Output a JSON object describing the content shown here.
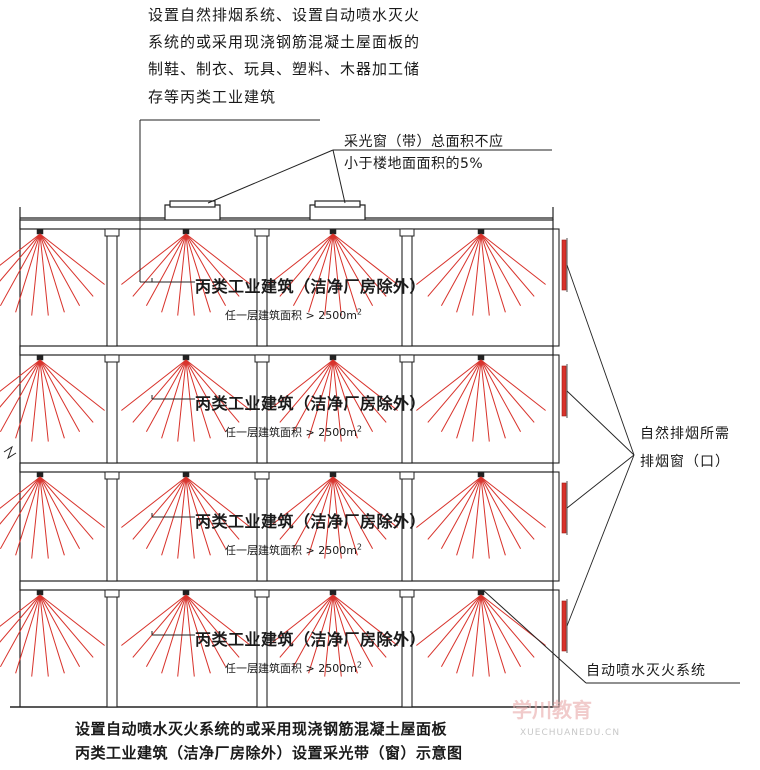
{
  "top_note": {
    "lines": [
      "设置自然排烟系统、设置自动喷水灭火",
      "系统的或采用现浇钢筋混凝土屋面板的",
      "制鞋、制衣、玩具、塑料、木器加工储",
      "存等丙类工业建筑"
    ]
  },
  "skylight_note": {
    "lines": [
      "采光窗（带）总面积不应",
      "小于楼地面面积的5%"
    ]
  },
  "floors": [
    {
      "name": "丙类工业建筑（洁净厂房除外）",
      "area_prefix": "任一层建筑面积 > 2500m",
      "area_sup": "2"
    },
    {
      "name": "丙类工业建筑（洁净厂房除外）",
      "area_prefix": "任一层建筑面积 > 2500m",
      "area_sup": "2"
    },
    {
      "name": "丙类工业建筑（洁净厂房除外）",
      "area_prefix": "任一层建筑面积 > 2500m",
      "area_sup": "2"
    },
    {
      "name": "丙类工业建筑（洁净厂房除外）",
      "area_prefix": "任一层建筑面积 > 2500m",
      "area_sup": "2"
    }
  ],
  "smoke_window_note": {
    "lines": [
      "自然排烟所需",
      "排烟窗（口）"
    ]
  },
  "sprinkler_note": "自动喷水灭火系统",
  "caption": {
    "lines": [
      "设置自动喷水灭火系统的或采用现浇钢筋混凝土屋面板",
      "丙类工业建筑（洁净厂房除外）设置采光带（窗）示意图"
    ]
  },
  "watermark": {
    "logo": "学川教育",
    "sub": "XUECHUANEDU.CN"
  },
  "colors": {
    "line": "#222222",
    "sprinkler_spray": "#d8322b",
    "window": "#d8322b"
  }
}
